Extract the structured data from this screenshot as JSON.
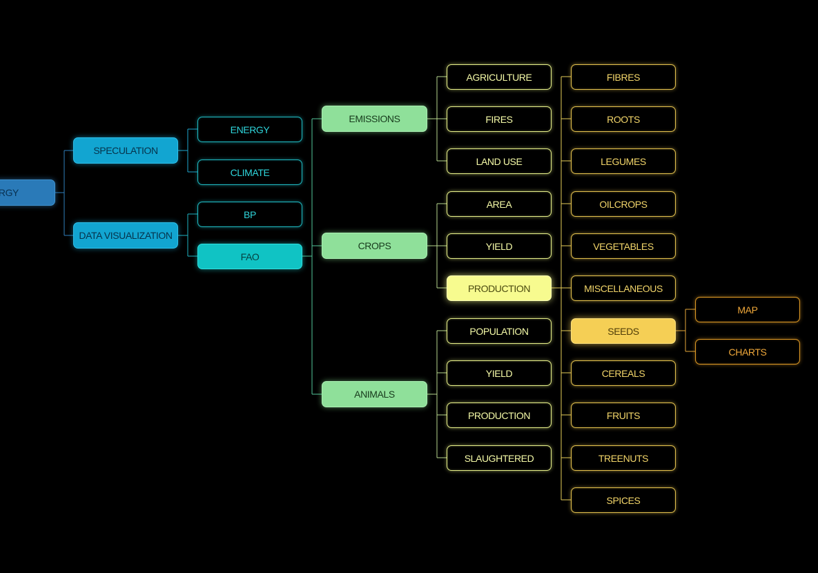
{
  "nodes": {
    "root": "RGY",
    "speculation": "SPECULATION",
    "data_visualization": "DATA VISUALIZATION",
    "energy": "ENERGY",
    "climate": "CLIMATE",
    "bp": "BP",
    "fao": "FAO",
    "emissions": "EMISSIONS",
    "crops": "CROPS",
    "animals": "ANIMALS",
    "agriculture": "AGRICULTURE",
    "fires": "FIRES",
    "land_use": "LAND USE",
    "area": "AREA",
    "crops_yield": "YIELD",
    "crops_production": "PRODUCTION",
    "population": "POPULATION",
    "animals_yield": "YIELD",
    "animals_production": "PRODUCTION",
    "slaughtered": "SLAUGHTERED",
    "fibres": "FIBRES",
    "roots": "ROOTS",
    "legumes": "LEGUMES",
    "oilcrops": "OILCROPS",
    "vegetables": "VEGETABLES",
    "miscellaneous": "MISCELLANEOUS",
    "seeds": "SEEDS",
    "cereals": "CEREALS",
    "fruits": "FRUITS",
    "treenuts": "TREENUTS",
    "spices": "SPICES",
    "map": "MAP",
    "charts": "CHARTS"
  },
  "colors": {
    "background": "#000000",
    "blue": "#12a5d1",
    "teal": "#10c3c4",
    "green": "#8fe09a",
    "lime": "#f7fb8f",
    "gold": "#f5cf55",
    "orange": "#e09a25"
  }
}
